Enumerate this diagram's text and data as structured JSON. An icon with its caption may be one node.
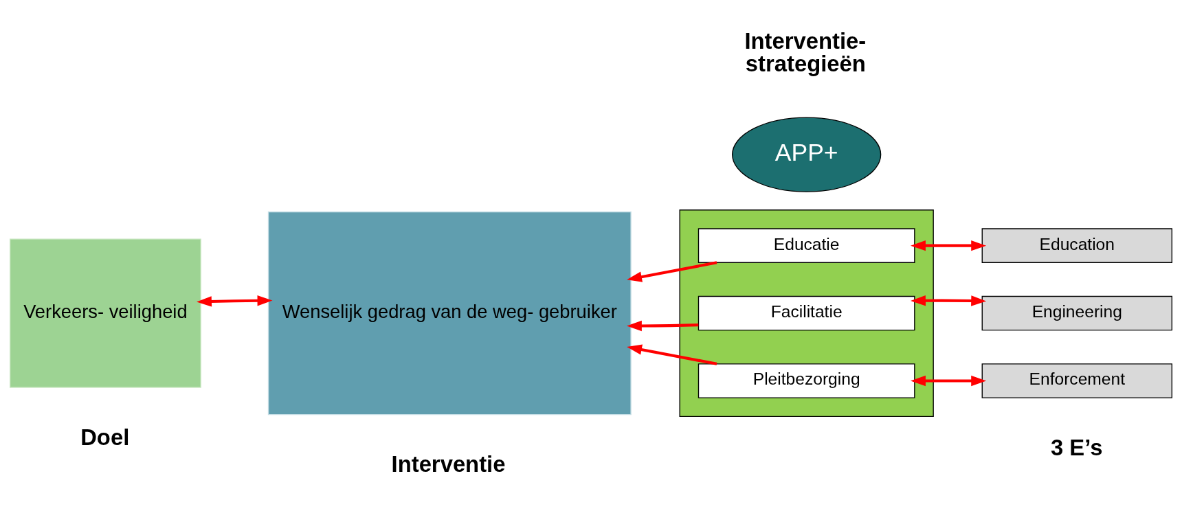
{
  "diagram": {
    "nodes": [
      {
        "text": [
          "Verkeers- veiligheid"
        ]
      },
      {
        "text": [
          "Wenselijk gedrag van de weg- gebruiker"
        ]
      },
      {
        "text": [],
        "shape": "box"
      },
      {
        "text": [
          "Educatie"
        ],
        "in": 2
      },
      {
        "text": [
          "Facilitatie"
        ],
        "in": 2
      },
      {
        "text": [
          "Pleitbezorging"
        ],
        "in": 2
      },
      {
        "text": [
          "APP+"
        ]
      },
      {
        "text": [
          "Education"
        ]
      },
      {
        "text": [
          "Engineering"
        ]
      },
      {
        "text": [
          "Enforcement"
        ]
      }
    ],
    "edges": [
      {
        "from": 0,
        "to": 1,
        "arrow": "both"
      },
      {
        "from": 3,
        "to": 1,
        "arrow": "to"
      },
      {
        "from": 4,
        "to": 1,
        "arrow": "to"
      },
      {
        "from": 5,
        "to": 1,
        "arrow": "to"
      },
      {
        "from": 3,
        "to": 7,
        "arrow": "both"
      },
      {
        "from": 4,
        "to": 8,
        "arrow": "both"
      },
      {
        "from": 5,
        "to": 9,
        "arrow": "both"
      }
    ],
    "labels": [
      "Doel",
      "Interventie",
      "Interventie- strategieën",
      "3 E’s"
    ]
  }
}
